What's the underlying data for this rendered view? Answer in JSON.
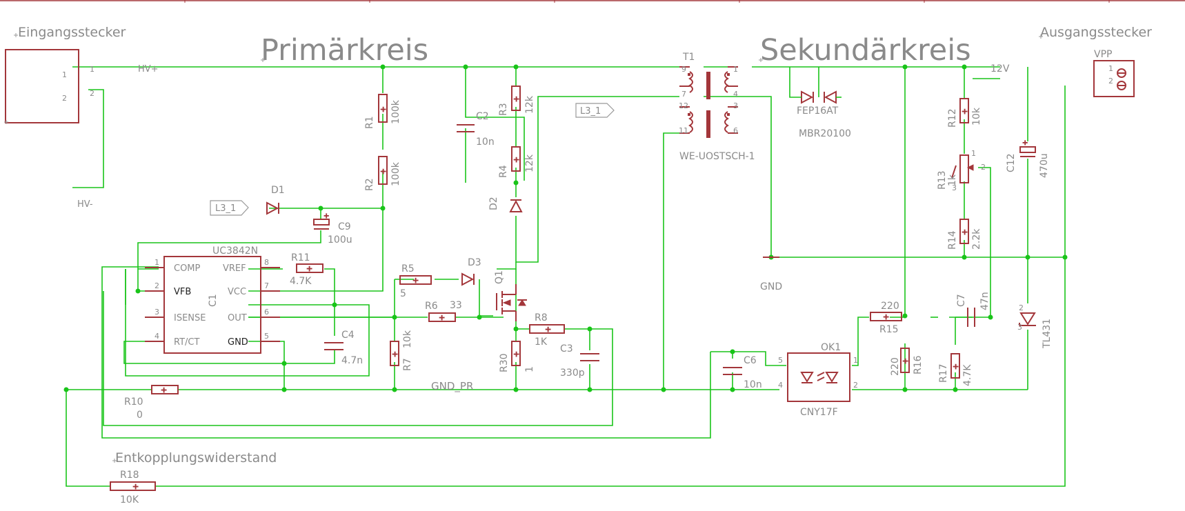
{
  "sections": {
    "primary": "Primärkreis",
    "secondary": "Sekundärkreis"
  },
  "connectors": {
    "input": {
      "title": "Eingangsstecker",
      "pin1": "1",
      "pin2": "2",
      "wire1": "1",
      "wire2": "2"
    },
    "output": {
      "title": "Ausgangsstecker",
      "name": "VPP",
      "pin1": "1",
      "pin2": "2"
    }
  },
  "nets": {
    "hv_plus": "HV+",
    "hv_minus": "HV-",
    "gnd_pr": "GND_PR",
    "v12": "12V",
    "gnd": "GND",
    "l3_left": "L3_1",
    "l3_right": "L3_1"
  },
  "components": {
    "R1": {
      "name": "R1",
      "value": "100k"
    },
    "R2": {
      "name": "R2",
      "value": "100k"
    },
    "C2": {
      "name": "C2",
      "value": "10n"
    },
    "R3": {
      "name": "R3",
      "value": "12k"
    },
    "R4": {
      "name": "R4",
      "value": "12k"
    },
    "D1": {
      "name": "D1"
    },
    "D2": {
      "name": "D2"
    },
    "D3": {
      "name": "D3"
    },
    "C9": {
      "name": "C9",
      "value": "100u"
    },
    "IC": {
      "name": "UC3842N",
      "left_pins": [
        "1",
        "2",
        "3",
        "4"
      ],
      "left_labels": [
        "COMP",
        "VFB",
        "ISENSE",
        "RT/CT"
      ],
      "right_pins": [
        "8",
        "7",
        "6",
        "5"
      ],
      "right_labels": [
        "VREF",
        "VCC",
        "OUT",
        "GND"
      ]
    },
    "C1": {
      "name": "C1"
    },
    "R11": {
      "name": "R11",
      "value": "4.7K"
    },
    "C4": {
      "name": "C4",
      "value": "4.7n"
    },
    "R5": {
      "name": "R5",
      "value": "5"
    },
    "R6": {
      "name": "R6",
      "value": "33"
    },
    "R7": {
      "name": "R7",
      "value": "10k"
    },
    "Q1": {
      "name": "Q1"
    },
    "R8": {
      "name": "R8",
      "value": "1K"
    },
    "C3": {
      "name": "C3",
      "value": "330p"
    },
    "R30": {
      "name": "R30",
      "value": "1"
    },
    "R10": {
      "name": "R10",
      "value": "0"
    },
    "T1": {
      "name": "T1",
      "part": "WE-UOSTSCH-1",
      "pins_left": [
        "9",
        "7",
        "12",
        "11"
      ],
      "pins_right": [
        "1",
        "4",
        "3",
        "6"
      ]
    },
    "D_out": {
      "name": "FEP16AT",
      "part": "MBR20100"
    },
    "R12": {
      "name": "R12",
      "value": "10k"
    },
    "R13": {
      "name": "R13",
      "value": "1k",
      "pins": [
        "1",
        "2",
        "3"
      ]
    },
    "R14": {
      "name": "R14",
      "value": "2.2k"
    },
    "C12": {
      "name": "C12",
      "value": "470u"
    },
    "R15": {
      "name": "R15",
      "value": "220"
    },
    "R16": {
      "name": "R16",
      "value": "220"
    },
    "C6": {
      "name": "C6",
      "value": "10n"
    },
    "OK1": {
      "name": "OK1",
      "part": "CNY17F",
      "pins": [
        "5",
        "4",
        "1",
        "2"
      ]
    },
    "C7": {
      "name": "C7",
      "value": "47n"
    },
    "R17": {
      "name": "R17",
      "value": "4.7K"
    },
    "TL431": {
      "name": "TL431",
      "pins": [
        "2",
        "3"
      ]
    },
    "R18": {
      "name": "R18",
      "value": "10K"
    }
  },
  "notes": {
    "decoupling": "Entkopplungswiderstand"
  }
}
